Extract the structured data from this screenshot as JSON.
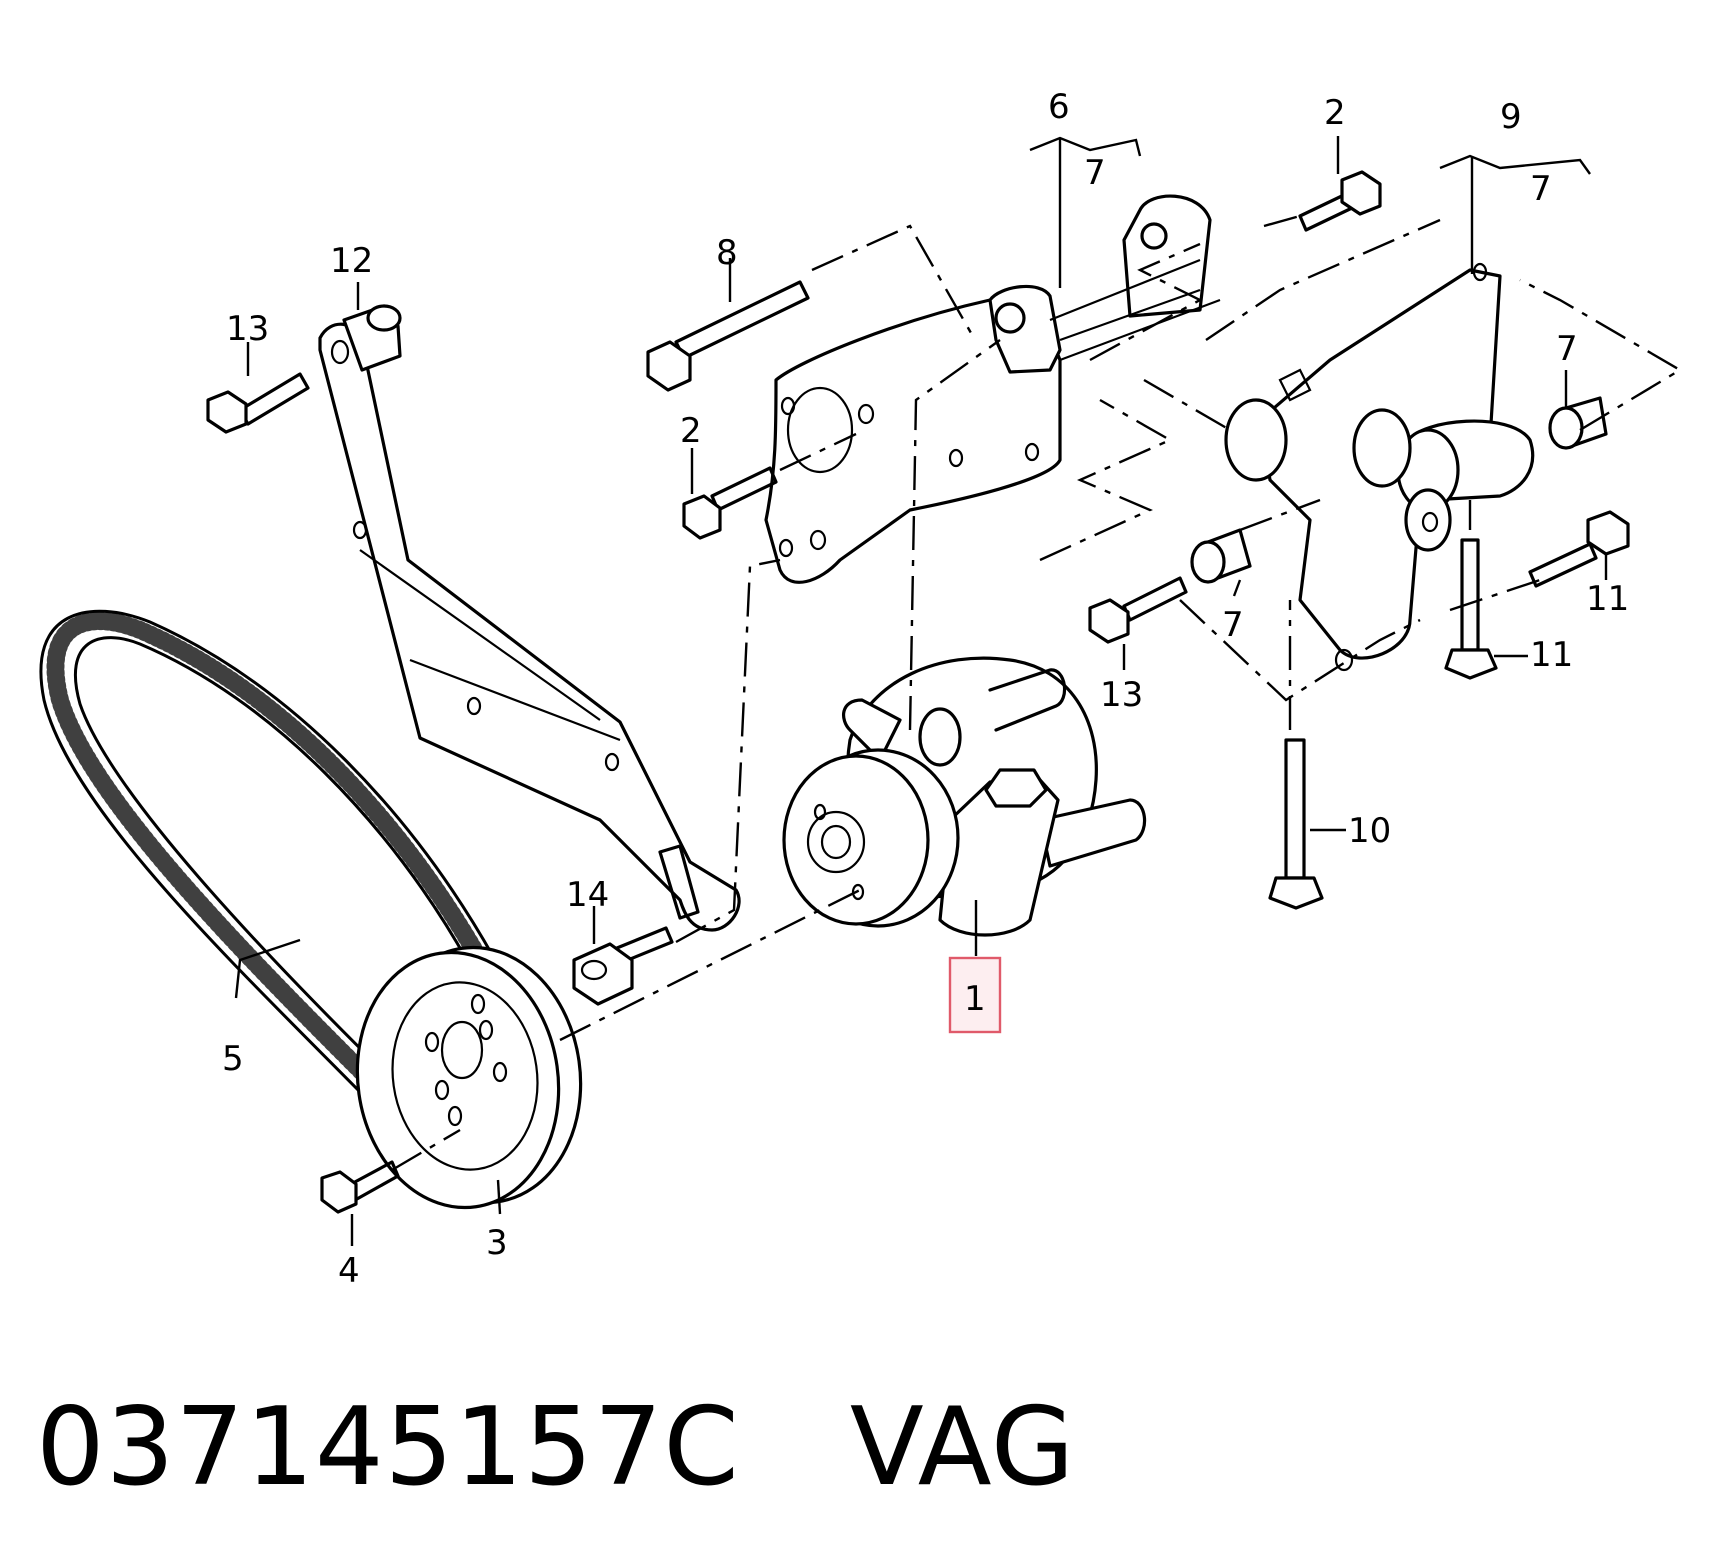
{
  "diagram": {
    "callouts": {
      "c1": "1",
      "c2a": "2",
      "c2b": "2",
      "c3": "3",
      "c4": "4",
      "c5": "5",
      "c6": "6",
      "c7a": "7",
      "c7b": "7",
      "c7c": "7",
      "c7d": "7",
      "c8": "8",
      "c9": "9",
      "c10": "10",
      "c11a": "11",
      "c11b": "11",
      "c12": "12",
      "c13a": "13",
      "c13b": "13",
      "c14": "14"
    },
    "highlight": {
      "callout": "1",
      "color": "#e05a6a",
      "fill": "#fdeef0"
    }
  },
  "caption": {
    "part_number": "037145157C",
    "manufacturer": "VAG"
  }
}
